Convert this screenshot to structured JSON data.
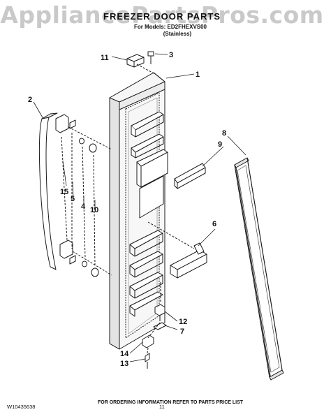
{
  "watermark": "AppliancePartsPros.com",
  "header": {
    "title": "FREEZER DOOR PARTS",
    "models_line": "For Models: ED2FHEXVS00",
    "finish_line": "(Stainless)"
  },
  "callouts": [
    "11",
    "3",
    "1",
    "2",
    "8",
    "9",
    "15",
    "5",
    "4",
    "10",
    "6",
    "12",
    "7",
    "14",
    "13"
  ],
  "footer": {
    "ordering_note": "FOR ORDERING INFORMATION REFER TO PARTS PRICE LIST",
    "doc_number": "W10435638",
    "page_number": "11"
  },
  "colors": {
    "line": "#1a1a1a",
    "watermark": "#c9c9c9",
    "part_fill": "#f4f4f4",
    "shade": "#d0d0d0"
  }
}
